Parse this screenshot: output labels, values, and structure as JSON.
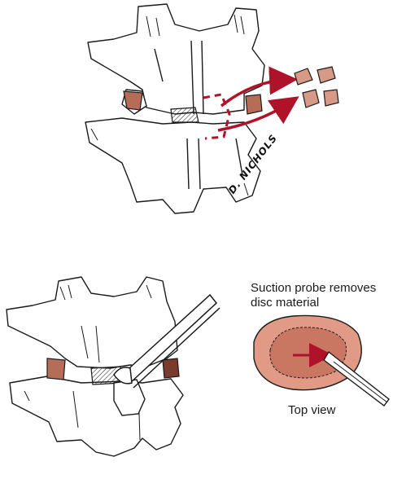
{
  "labels": {
    "probe_caption_line1": "Suction probe removes",
    "probe_caption_line2": "disc material",
    "top_view_caption": "Top view",
    "signature": "D. NICHOLS"
  },
  "colors": {
    "bone_outline": "#1a1a1a",
    "bone_fill": "#ffffff",
    "disc_fill": "#b56d58",
    "disc_dark": "#7a3a2c",
    "arrow_red": "#b0122a",
    "disc_top_fill": "#e09a86"
  }
}
